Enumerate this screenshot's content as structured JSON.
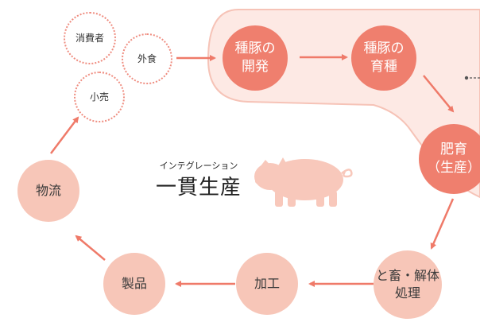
{
  "colors": {
    "accent": "#ef7f6e",
    "light_node": "#f7c6b8",
    "region_fill": "#fde9e4",
    "region_border": "#f6c3b7",
    "arrow": "#ef7a69",
    "dotted_border": "#ef8d80"
  },
  "title": {
    "ruby": "インテグレーション",
    "main": "一貫生産"
  },
  "nodes": {
    "consumer": "消費者",
    "dining_out": "外食",
    "retail": "小売",
    "breeding_dev": [
      "種豚の",
      "開発"
    ],
    "breeding_raise": [
      "種豚の",
      "育種"
    ],
    "fattening": [
      "肥育",
      "（生産）"
    ],
    "slaughter": [
      "と畜・解体",
      "処理"
    ],
    "processing": "加工",
    "products": "製品",
    "logistics": "物流"
  },
  "icons": {
    "pig": "pig-silhouette-icon"
  }
}
